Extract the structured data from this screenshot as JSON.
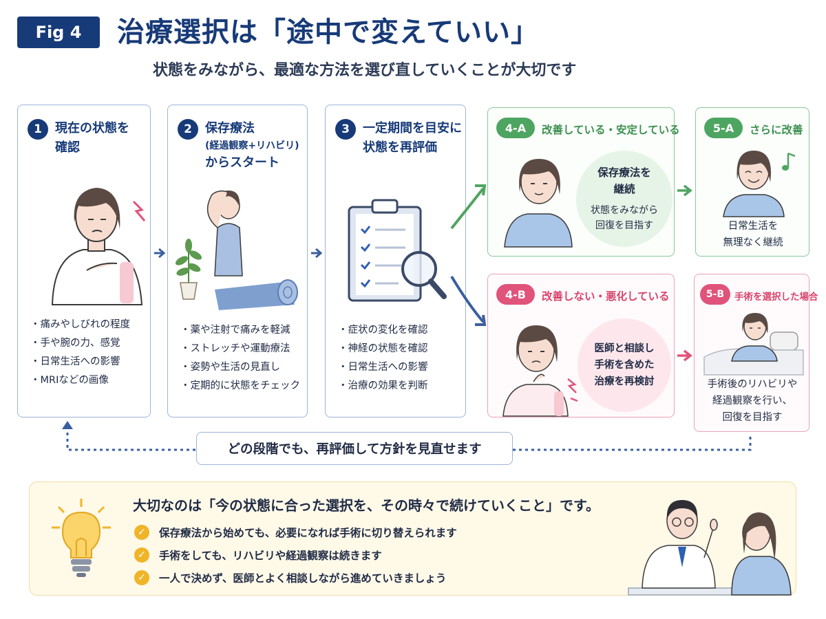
{
  "header": {
    "badge": "Fig 4",
    "title": "治療選択は「途中で変えていい」",
    "subtitle": "状態をみながら、最適な方法を選び直していくことが大切です"
  },
  "steps": [
    {
      "num": "1",
      "title_lines": [
        "現在の状態を",
        "確認"
      ],
      "bullets": [
        "痛みやしびれの程度",
        "手や腕の力、感覚",
        "日常生活への影響",
        "MRIなどの画像"
      ]
    },
    {
      "num": "2",
      "title_lines": [
        "保存療法",
        "(経過観察+リハビリ)",
        "からスタート"
      ],
      "bullets": [
        "薬や注射で痛みを軽減",
        "ストレッチや運動療法",
        "姿勢や生活の見直し",
        "定期的に状態をチェック"
      ]
    },
    {
      "num": "3",
      "title_lines": [
        "一定期間を目安に",
        "状態を再評価"
      ],
      "bullets": [
        "症状の変化を確認",
        "神経の状態を確認",
        "日常生活への影響",
        "治療の効果を判断"
      ]
    }
  ],
  "outcomes": {
    "a4": {
      "tag": "4-A",
      "label": "改善している・安定している",
      "bubble_title": [
        "保存療法を",
        "継続"
      ],
      "bubble_body": [
        "状態をみながら",
        "回復を目指す"
      ]
    },
    "a5": {
      "tag": "5-A",
      "label": "さらに改善",
      "body": [
        "日常生活を",
        "無理なく継続"
      ]
    },
    "b4": {
      "tag": "4-B",
      "label": "改善しない・悪化している",
      "bubble_body": [
        "医師と相談し",
        "手術を含めた",
        "治療を再検討"
      ]
    },
    "b5": {
      "tag": "5-B",
      "label": "手術を選択した場合",
      "body": [
        "手術後のリハビリや",
        "経過観察を行い、",
        "回復を目指す"
      ]
    }
  },
  "loop_note": "どの段階でも、再評価して方針を見直せます",
  "summary": {
    "title": "大切なのは「今の状態に合った選択を、その時々で続けていくこと」です。",
    "points": [
      "保存療法から始めても、必要になれば手術に切り替えられます",
      "手術をしても、リハビリや経過観察は続きます",
      "一人で決めず、医師とよく相談しながら進めていきましょう"
    ]
  },
  "icons": [
    "check-icon",
    "lightbulb-icon",
    "clipboard-icon",
    "magnifier-icon",
    "plant-icon",
    "yoga-mat-icon",
    "music-note-icon",
    "pain-spark-icon"
  ],
  "colors": {
    "navy": "#173a78",
    "green": "#4ea561",
    "pink": "#e0537a",
    "yellow": "#f0b429"
  }
}
